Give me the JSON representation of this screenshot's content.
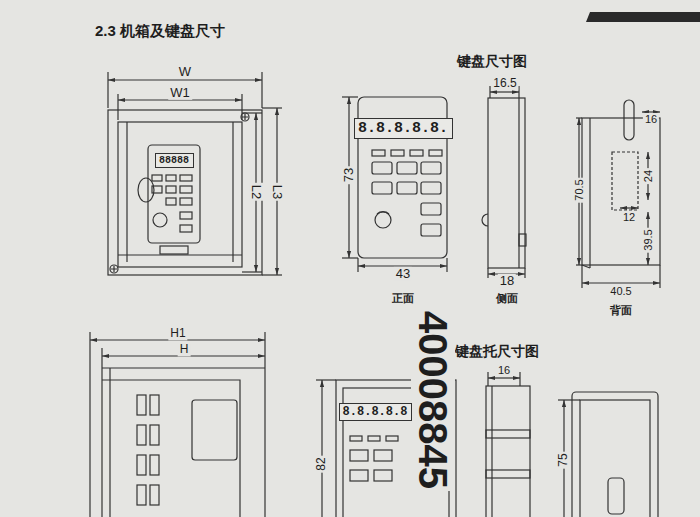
{
  "diagram": {
    "title": "2.3 机箱及键盘尺寸",
    "nodes": [
      {
        "text": [
          "88888"
        ]
      },
      {
        "text": [
          "8.8.8.8.8."
        ]
      },
      {
        "text": [
          "8.8.8.8.8"
        ]
      }
    ],
    "labels": [
      "键盘尺寸图",
      "W",
      "W1",
      "L2",
      "L3",
      "73",
      "16.5",
      "43",
      "18",
      "正面",
      "侧面",
      "16",
      "24",
      "12",
      "70.5",
      "39.5",
      "40.5",
      "背面",
      "H1",
      "H",
      "键盘托尺寸图",
      "82",
      "16",
      "75",
      "40008845"
    ]
  }
}
